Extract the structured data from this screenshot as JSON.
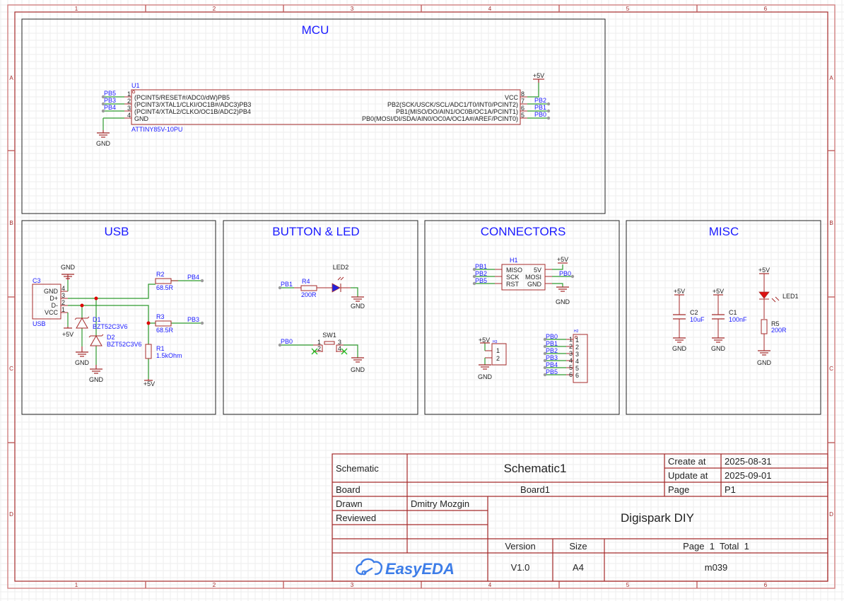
{
  "sheet": {
    "columns": [
      "1",
      "2",
      "3",
      "4",
      "5",
      "6"
    ],
    "rows": [
      "A",
      "B",
      "C",
      "D"
    ]
  },
  "sections": {
    "mcu": "MCU",
    "usb": "USB",
    "button_led": "BUTTON & LED",
    "connectors": "CONNECTORS",
    "misc": "MISC"
  },
  "mcu": {
    "ref": "U1",
    "value": "ATTINY85V-10PU",
    "left_pins": [
      {
        "num": "1",
        "name": "(PCINT5/RESET#/ADC0/dW)PB5",
        "net": "PB5"
      },
      {
        "num": "2",
        "name": "(PCINT3/XTAL1/CLKI/OC1B#/ADC3)PB3",
        "net": "PB3"
      },
      {
        "num": "3",
        "name": "(PCINT4/XTAL2/CLKO/OC1B/ADC2)PB4",
        "net": "PB4"
      },
      {
        "num": "4",
        "name": "GND",
        "net": "GND"
      }
    ],
    "right_pins": [
      {
        "num": "8",
        "name": "VCC",
        "net": "+5V"
      },
      {
        "num": "7",
        "name": "PB2(SCK/USCK/SCL/ADC1/T0/INT0/PCINT2)",
        "net": "PB2"
      },
      {
        "num": "6",
        "name": "PB1(MISO/DO/AIN1/OC0B/OC1A/PCINT1)",
        "net": "PB1"
      },
      {
        "num": "5",
        "name": "PB0(MOSI/DI/SDA/AIN0/OC0A/OC1A#/AREF/PCINT0)",
        "net": "PB0"
      }
    ],
    "gnd_label": "GND",
    "vcc_label": "+5V"
  },
  "usb": {
    "conn_ref": "C3",
    "conn_value": "USB",
    "pins": [
      {
        "num": "4",
        "name": "GND"
      },
      {
        "num": "3",
        "name": "D+"
      },
      {
        "num": "2",
        "name": "D-"
      },
      {
        "num": "1",
        "name": "VCC"
      }
    ],
    "r2": {
      "ref": "R2",
      "value": "68.5R",
      "net": "PB4"
    },
    "r3": {
      "ref": "R3",
      "value": "68.5R",
      "net": "PB3"
    },
    "r1": {
      "ref": "R1",
      "value": "1.5kOhm"
    },
    "d1": {
      "ref": "D1",
      "value": "BZT52C3V6"
    },
    "d2": {
      "ref": "D2",
      "value": "BZT52C3V6"
    },
    "gnd_label": "GND",
    "vcc_label": "+5V"
  },
  "button_led": {
    "r4": {
      "ref": "R4",
      "value": "200R"
    },
    "led2": {
      "ref": "LED2"
    },
    "sw1": {
      "ref": "SW1",
      "pins": [
        "1",
        "2",
        "3",
        "4"
      ]
    },
    "net_pb1": "PB1",
    "net_pb0": "PB0",
    "gnd_label": "GND"
  },
  "connectors": {
    "h1": {
      "ref": "H1",
      "left_pins": [
        "MISO",
        "SCK",
        "RST"
      ],
      "right_pins": [
        "5V",
        "MOSI",
        "GND"
      ],
      "left_nets": [
        "PB1",
        "PB2",
        "PB5"
      ],
      "right_net": "PB0"
    },
    "h3": {
      "ref": "H3",
      "pins": [
        "1",
        "2"
      ]
    },
    "h2": {
      "ref": "H2",
      "pins": [
        "1",
        "2",
        "3",
        "4",
        "5",
        "6"
      ],
      "nets": [
        "PB0",
        "PB1",
        "PB2",
        "PB3",
        "PB4",
        "PB5"
      ]
    },
    "vcc_label": "+5V",
    "gnd_label": "GND"
  },
  "misc": {
    "c2": {
      "ref": "C2",
      "value": "10uF"
    },
    "c1": {
      "ref": "C1",
      "value": "100nF"
    },
    "led1": {
      "ref": "LED1"
    },
    "r5": {
      "ref": "R5",
      "value": "200R"
    },
    "vcc_label": "+5V",
    "gnd_label": "GND"
  },
  "title_block": {
    "schematic_label": "Schematic",
    "schematic_value": "Schematic1",
    "board_label": "Board",
    "board_value": "Board1",
    "drawn_label": "Drawn",
    "drawn_value": "Dmitry Mozgin",
    "reviewed_label": "Reviewed",
    "create_label": "Create at",
    "create_value": "2025-08-31",
    "update_label": "Update at",
    "update_value": "2025-09-01",
    "page_label": "Page",
    "page_value": "P1",
    "project_title": "Digispark DIY",
    "version_label": "Version",
    "version_value": "V1.0",
    "size_label": "Size",
    "size_value": "A4",
    "page_total": "Page  1  Total  1",
    "part_number": "m039",
    "logo_text": "EasyEDA",
    "logo_color": "#3d7de8"
  }
}
